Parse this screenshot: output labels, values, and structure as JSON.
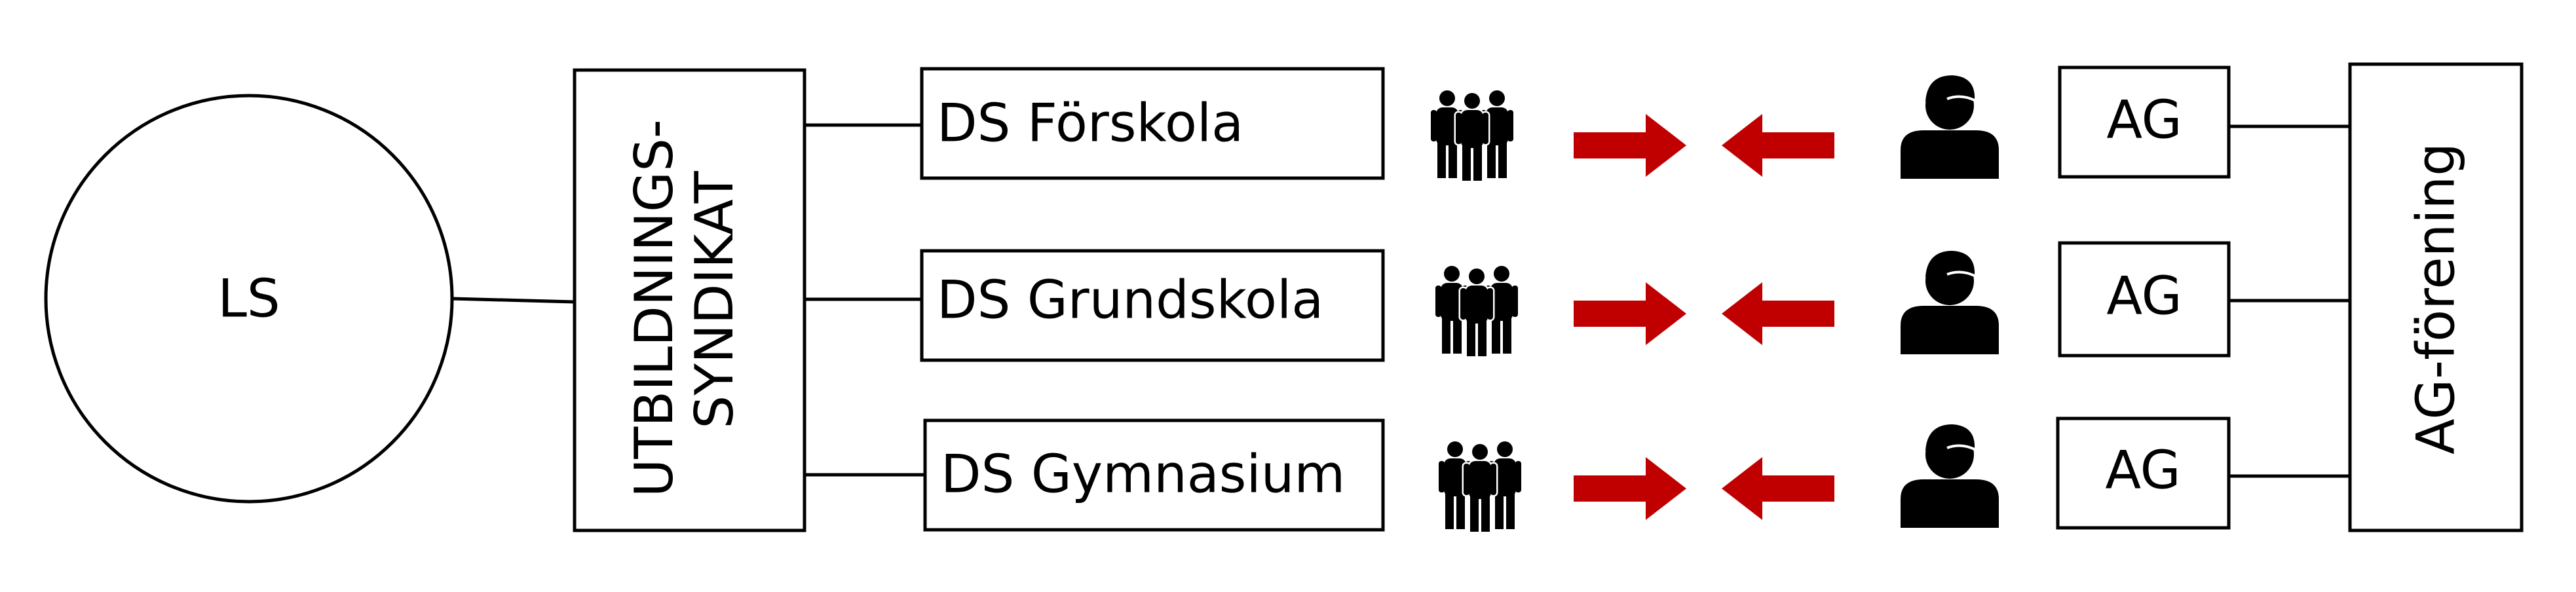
{
  "diagram": {
    "ls_label": "LS",
    "syndicate_label_line1": "UTBILDNINGS-",
    "syndicate_label_line2": "SYNDIKAT",
    "association_label": "AG-förening",
    "rows": [
      {
        "ds_label": "DS Förskola",
        "ag_label": "AG"
      },
      {
        "ds_label": "DS Grundskola",
        "ag_label": "AG"
      },
      {
        "ds_label": "DS Gymnasium",
        "ag_label": "AG"
      }
    ],
    "icons": {
      "group": "group-of-people-icon",
      "arrow_right": "arrow-right-icon",
      "arrow_left": "arrow-left-icon",
      "person": "person-icon"
    },
    "colors": {
      "arrow": "#c00000",
      "stroke": "#000000",
      "background": "#ffffff"
    }
  }
}
